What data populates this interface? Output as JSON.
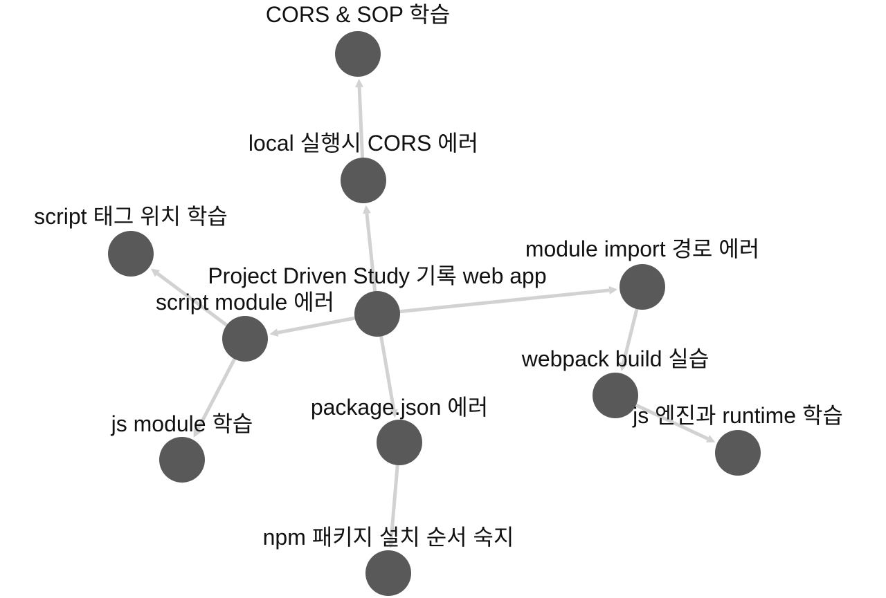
{
  "graph": {
    "node_color": "#595959",
    "edge_color": "#d2d2d2",
    "nodes": [
      {
        "id": "root",
        "label": "Project Driven Study 기록 web app"
      },
      {
        "id": "local-cors",
        "label": "local 실행시 CORS 에러"
      },
      {
        "id": "cors-sop",
        "label": "CORS & SOP 학습"
      },
      {
        "id": "script-tag",
        "label": "script 태그 위치 학습"
      },
      {
        "id": "script-module",
        "label": "script module 에러"
      },
      {
        "id": "js-module",
        "label": "js module 학습"
      },
      {
        "id": "package-json",
        "label": "package.json 에러"
      },
      {
        "id": "npm-order",
        "label": "npm 패키지 설치 순서 숙지"
      },
      {
        "id": "module-import",
        "label": "module import 경로 에러"
      },
      {
        "id": "webpack",
        "label": "webpack build 실습"
      },
      {
        "id": "js-engine",
        "label": "js 엔진과 runtime 학습"
      }
    ],
    "edges": [
      {
        "from": "root",
        "to": "local-cors"
      },
      {
        "from": "local-cors",
        "to": "cors-sop"
      },
      {
        "from": "root",
        "to": "script-module"
      },
      {
        "from": "script-module",
        "to": "script-tag"
      },
      {
        "from": "script-module",
        "to": "js-module"
      },
      {
        "from": "root",
        "to": "package-json"
      },
      {
        "from": "package-json",
        "to": "npm-order"
      },
      {
        "from": "root",
        "to": "module-import"
      },
      {
        "from": "module-import",
        "to": "webpack"
      },
      {
        "from": "webpack",
        "to": "js-engine"
      }
    ]
  }
}
